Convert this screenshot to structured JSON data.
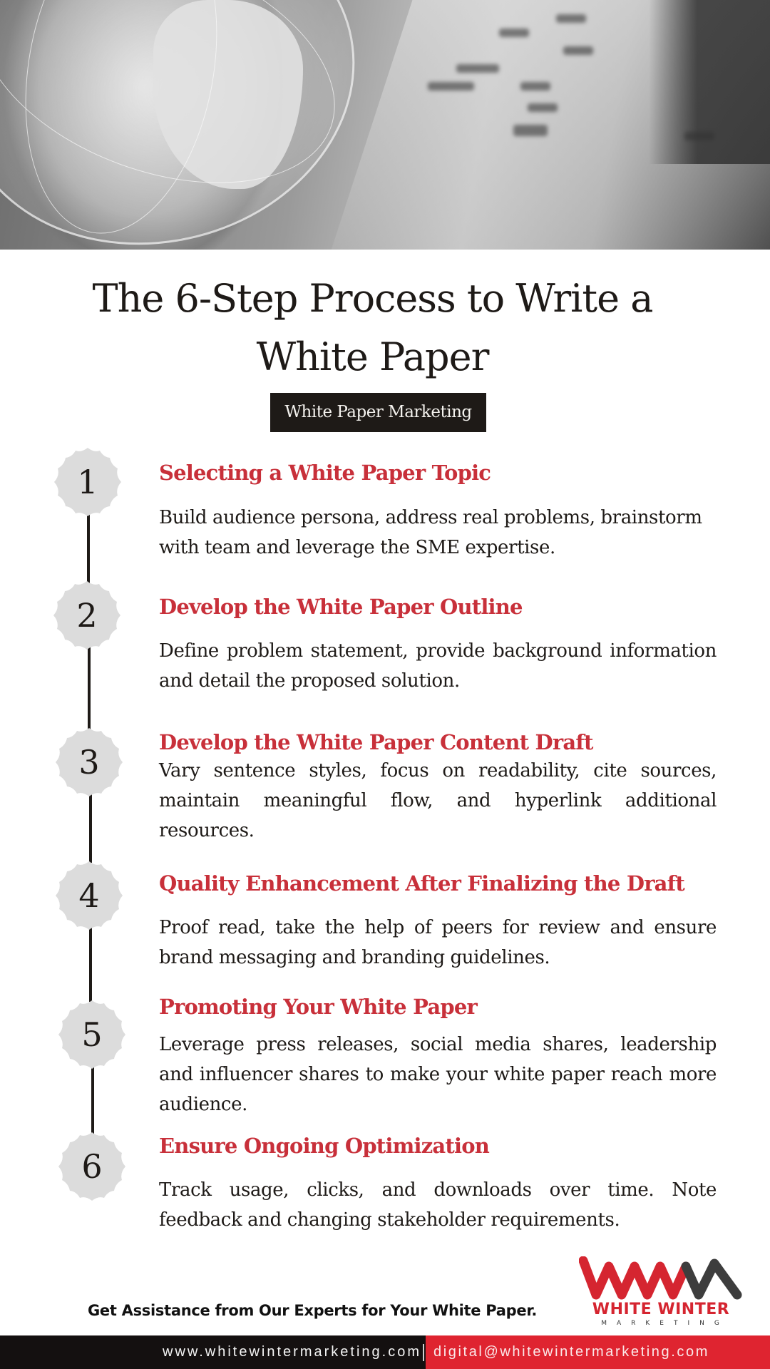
{
  "hero": {
    "image_description": "grayscale photo of a glass globe on financial documents",
    "icon": "globe-photo"
  },
  "header": {
    "title_line1": "The 6-Step Process to Write a",
    "title_line2": "White Paper",
    "tag": "White Paper Marketing"
  },
  "steps": [
    {
      "number": "1",
      "title": "Selecting a White Paper Topic",
      "description": "Build audience persona, address real problems, brainstorm with team and leverage the SME expertise."
    },
    {
      "number": "2",
      "title": "Develop the White Paper Outline",
      "description": "Define problem statement, provide background information and detail the proposed solution."
    },
    {
      "number": "3",
      "title": "Develop the White Paper Content Draft",
      "description": "Vary sentence styles, focus on readability, cite sources, maintain meaningful flow, and hyperlink additional resources."
    },
    {
      "number": "4",
      "title": "Quality Enhancement After Finalizing the Draft",
      "description": "Proof read, take the help of peers for review and ensure brand messaging and branding guidelines."
    },
    {
      "number": "5",
      "title": "Promoting Your White Paper",
      "description": "Leverage press releases, social media shares, leadership and influencer shares to make your white paper reach more audience."
    },
    {
      "number": "6",
      "title": "Ensure Ongoing Optimization",
      "description": "Track usage, clicks, and downloads over time. Note feedback and changing stakeholder requirements."
    }
  ],
  "footer": {
    "cta": "Get Assistance from Our Experts for Your White Paper.",
    "logo": {
      "mark": "WWM",
      "name": "WHITE WINTER",
      "sub": "MARKETING"
    },
    "website": "www.whitewintermarketing.com",
    "separator": "|",
    "email": "digital@whitewintermarketing.com"
  },
  "colors": {
    "accent_red": "#c8303a",
    "brand_red": "#df2430",
    "dark": "#1e1a17",
    "badge_gray": "#dcdcdc",
    "logo_gray": "#3d3d3d"
  }
}
